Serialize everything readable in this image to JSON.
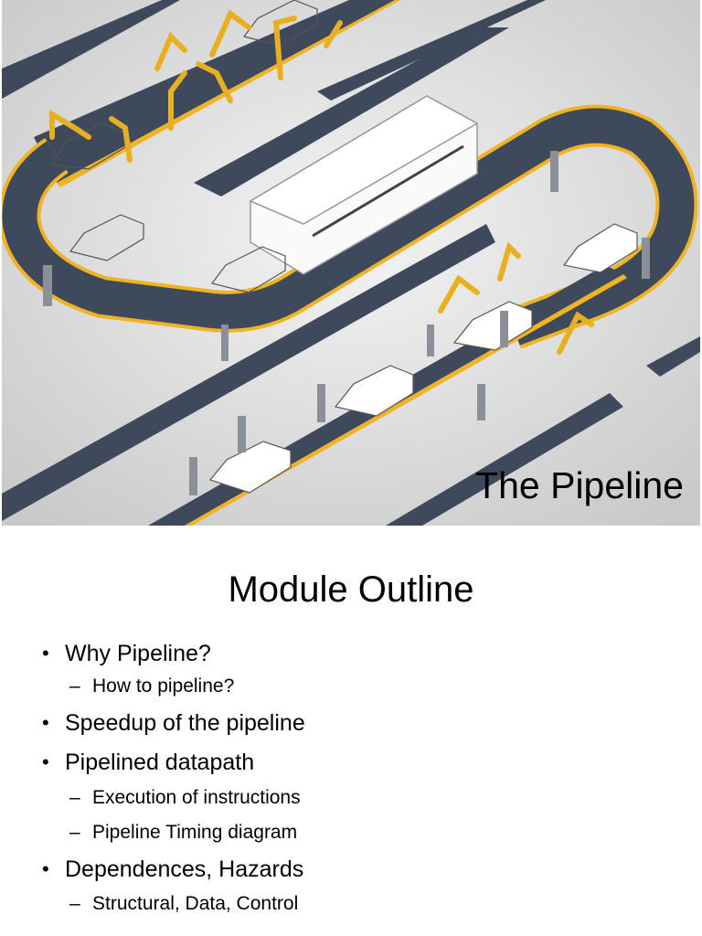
{
  "slide_top": {
    "title": "The Pipeline",
    "image": "car assembly line illustration with robotic arms and conveyor belts"
  },
  "slide_bottom": {
    "title": "Module Outline",
    "items": [
      {
        "text": "Why Pipeline?",
        "subitems": [
          "How to pipeline?"
        ]
      },
      {
        "text": "Speedup of the pipeline",
        "subitems": []
      },
      {
        "text": "Pipelined datapath",
        "subitems": [
          "Execution of instructions",
          "Pipeline Timing diagram"
        ]
      },
      {
        "text": "Dependences, Hazards",
        "subitems": [
          "Structural, Data, Control"
        ]
      }
    ]
  },
  "colors": {
    "belt": "#3e4a5c",
    "belt_trim": "#f0b323",
    "robot": "#e8b020",
    "background": "#e2e2e2"
  }
}
